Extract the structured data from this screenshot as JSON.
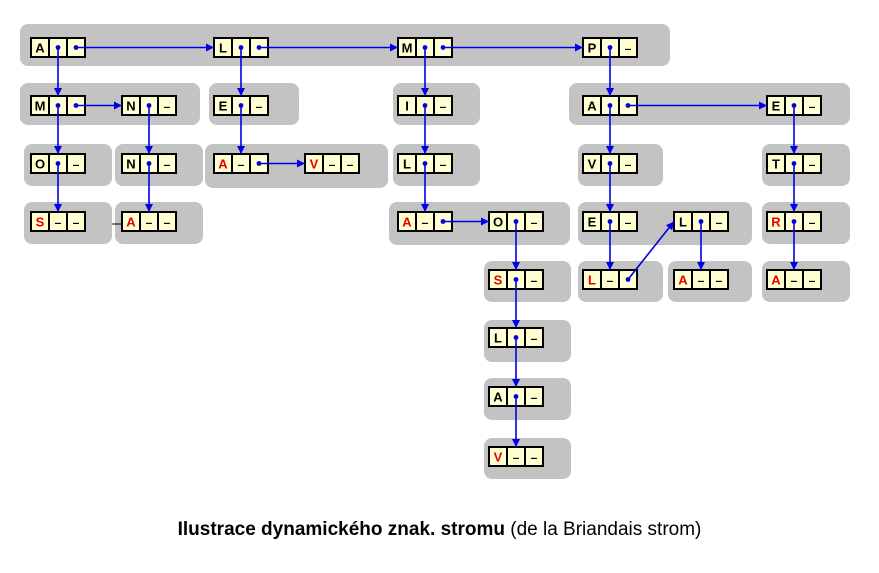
{
  "caption": {
    "bold": "Ilustrace dynamického znak. stromu",
    "normal": "(de la Briandais strom)"
  },
  "colors": {
    "band": "#c3c3c3",
    "cell_fill": "#ffffd2",
    "pointer": "#0000e6",
    "letter": "#000000",
    "word_end_letter": "#e60000"
  },
  "null_symbol": "–",
  "tree": [
    {
      "letter": "A",
      "children": [
        {
          "letter": "M",
          "children": [
            {
              "letter": "O",
              "children": [
                {
                  "letter": "S",
                  "end": true
                }
              ]
            }
          ]
        },
        {
          "letter": "N",
          "children": [
            {
              "letter": "N",
              "children": [
                {
                  "letter": "A",
                  "end": true
                }
              ]
            }
          ]
        }
      ]
    },
    {
      "letter": "L",
      "children": [
        {
          "letter": "E",
          "children": [
            {
              "letter": "A",
              "end": true
            },
            {
              "letter": "V",
              "end": true
            }
          ]
        }
      ]
    },
    {
      "letter": "M",
      "children": [
        {
          "letter": "I",
          "children": [
            {
              "letter": "L",
              "children": [
                {
                  "letter": "A",
                  "end": true
                },
                {
                  "letter": "O",
                  "children": [
                    {
                      "letter": "S",
                      "end": true,
                      "children": [
                        {
                          "letter": "L",
                          "children": [
                            {
                              "letter": "A",
                              "children": [
                                {
                                  "letter": "V",
                                  "end": true
                                }
                              ]
                            }
                          ]
                        }
                      ]
                    }
                  ]
                }
              ]
            }
          ]
        }
      ]
    },
    {
      "letter": "P",
      "children": [
        {
          "letter": "A",
          "children": [
            {
              "letter": "V",
              "children": [
                {
                  "letter": "E",
                  "children": [
                    {
                      "letter": "L",
                      "end": true
                    },
                    {
                      "letter": "L",
                      "children": [
                        {
                          "letter": "A",
                          "end": true
                        }
                      ]
                    }
                  ]
                }
              ]
            }
          ]
        },
        {
          "letter": "E",
          "children": [
            {
              "letter": "T",
              "children": [
                {
                  "letter": "R",
                  "end": true,
                  "children": [
                    {
                      "letter": "A",
                      "end": true
                    }
                  ]
                }
              ]
            }
          ]
        }
      ]
    }
  ]
}
